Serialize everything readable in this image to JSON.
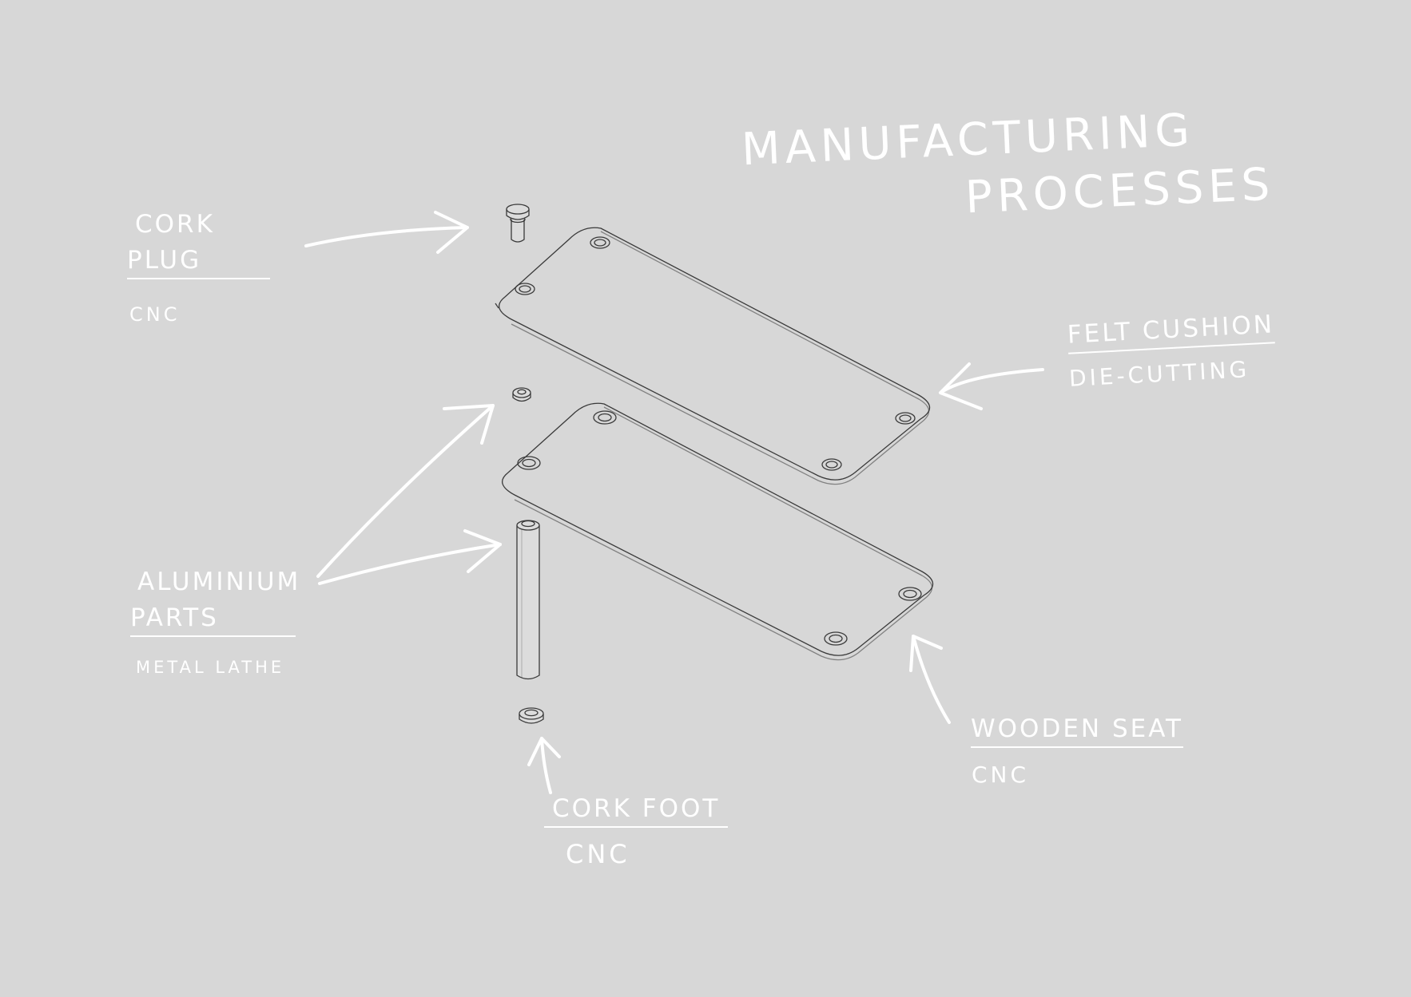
{
  "title": {
    "line1": "MANUFACTURING",
    "line2": "PROCESSES"
  },
  "labels": {
    "cork_plug": {
      "line1": "CORK",
      "line2": "PLUG",
      "process": "CNC"
    },
    "felt_cushion": {
      "name": "FELT CUSHION",
      "process": "DIE-CUTTING"
    },
    "aluminium_parts": {
      "line1": "ALUMINIUM",
      "line2": "PARTS",
      "process": "METAL LATHE"
    },
    "wooden_seat": {
      "name": "WOODEN SEAT",
      "process": "CNC"
    },
    "cork_foot": {
      "name": "CORK FOOT",
      "process": "CNC"
    }
  },
  "colors": {
    "background": "#d7d7d7",
    "handwriting": "#ffffff",
    "line_art": "#3a3a3a"
  }
}
